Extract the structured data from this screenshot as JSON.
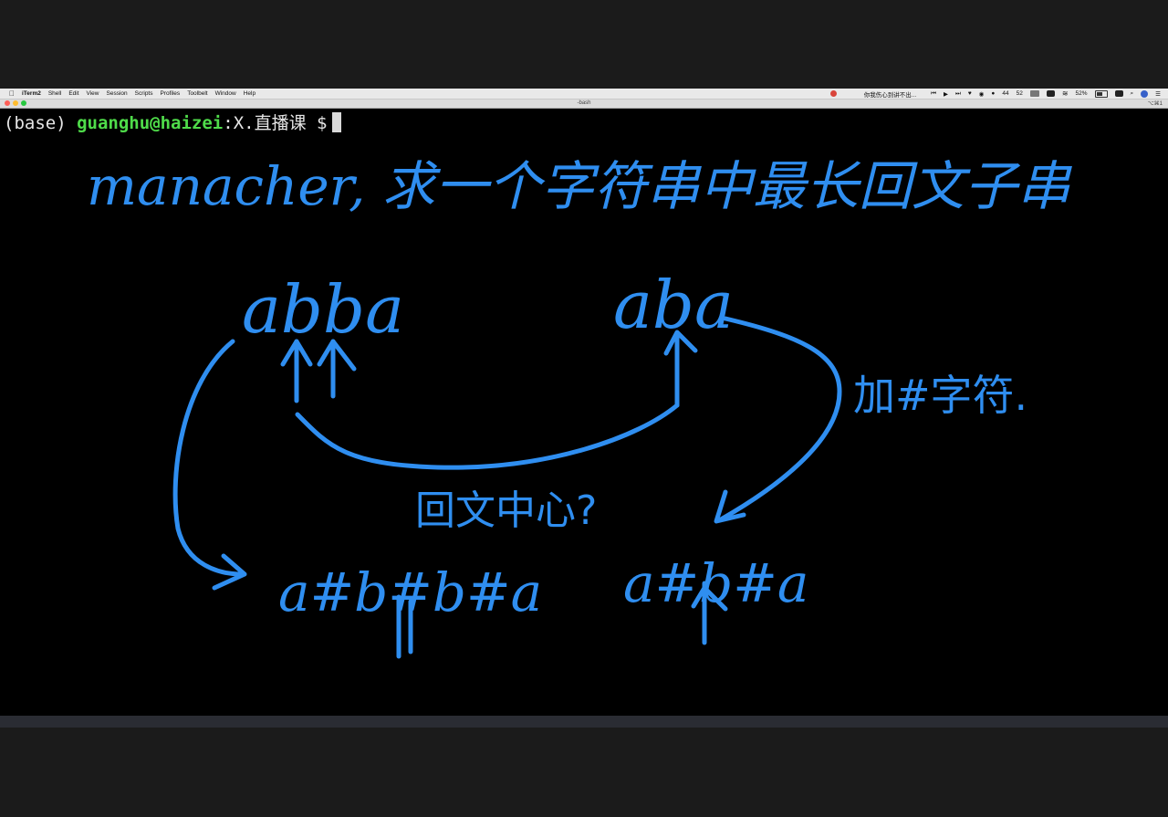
{
  "menubar": {
    "apple_icon": "apple-icon",
    "app_name": "iTerm2",
    "items": [
      "Shell",
      "Edit",
      "View",
      "Session",
      "Scripts",
      "Profiles",
      "Toolbelt",
      "Window",
      "Help"
    ],
    "now_playing": "你我伤心到讲不出...",
    "count_a": "44",
    "count_b": "52",
    "battery": "52%"
  },
  "window": {
    "title": "-bash",
    "shortcut": "⌥⌘1"
  },
  "terminal": {
    "prompt_env": "(base) ",
    "prompt_user": "guanghu@haizei",
    "prompt_sep": ":",
    "prompt_path": "X.直播课",
    "prompt_symbol": " $"
  },
  "annotations": {
    "heading": "manacher, 求一个字符串中最长回文子串",
    "example_even": "abba",
    "example_odd": "aba",
    "note_center": "回文中心?",
    "note_add": "加#字符.",
    "transformed_even": "a#b#b#a",
    "transformed_odd": "a#b#a",
    "ink_color": "#2f8ef0"
  }
}
